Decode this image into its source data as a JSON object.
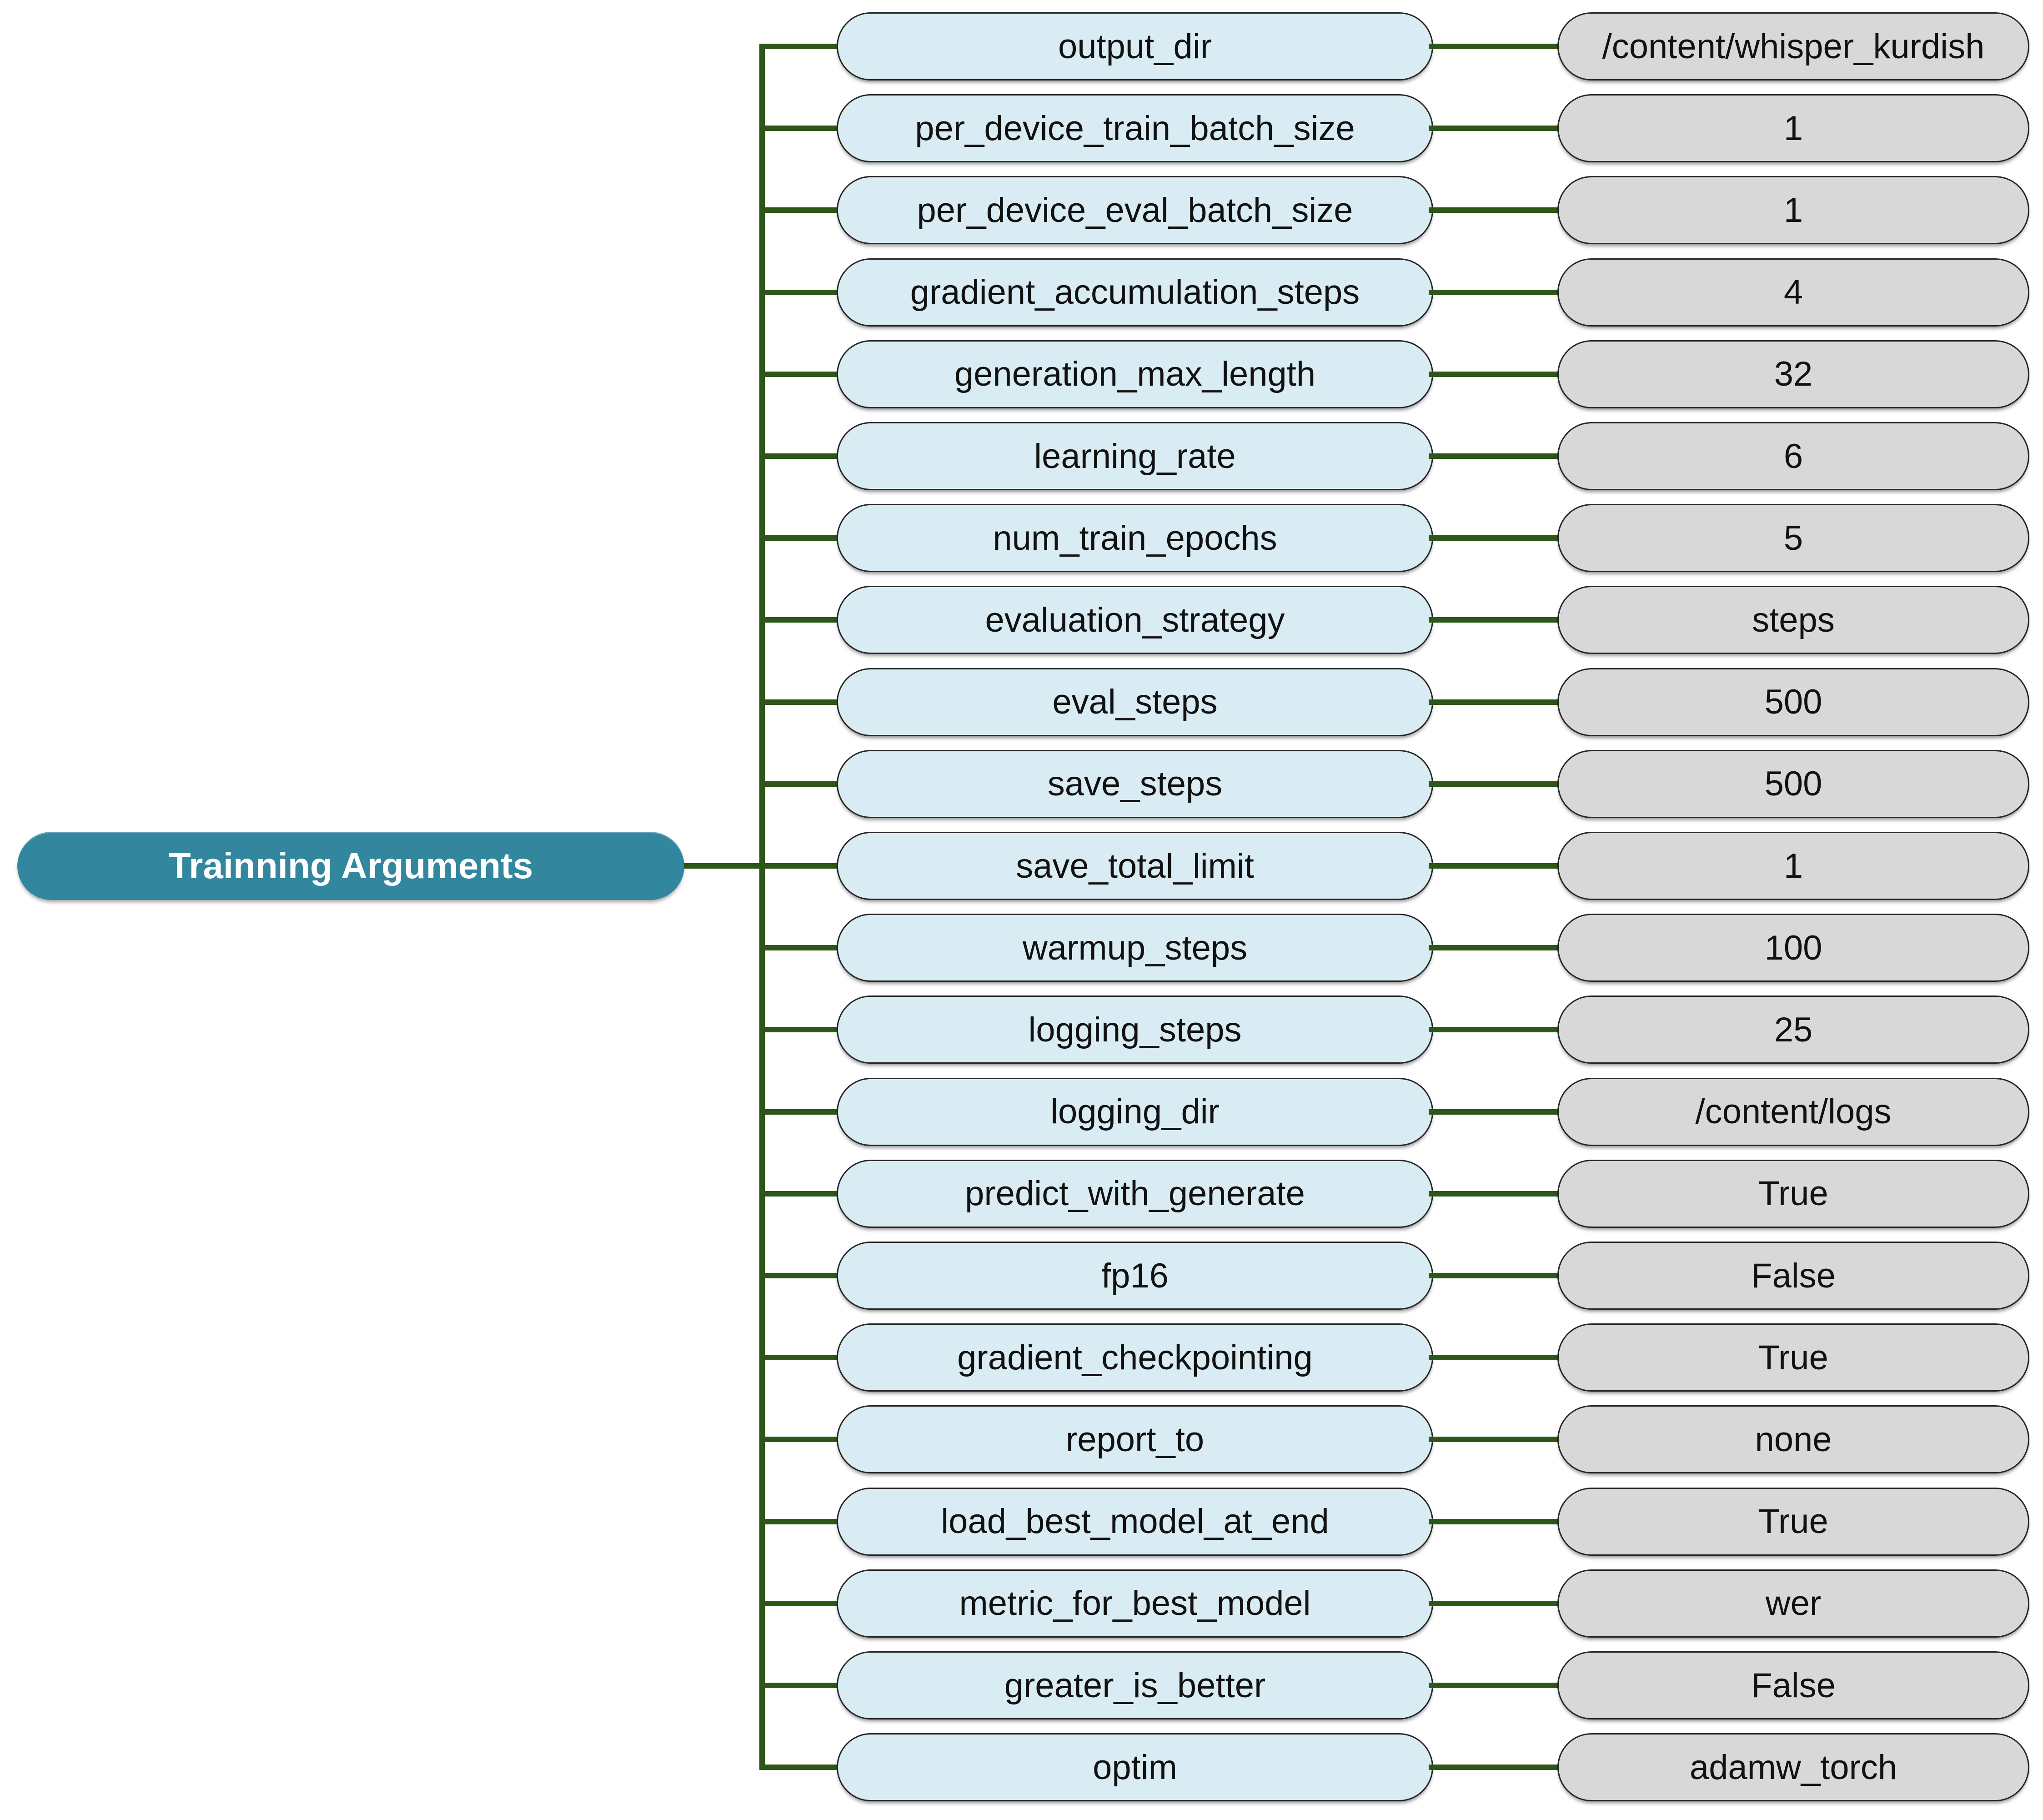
{
  "root": {
    "label": "Trainning Arguments"
  },
  "rows": [
    {
      "param": "output_dir",
      "value": "/content/whisper_kurdish"
    },
    {
      "param": "per_device_train_batch_size",
      "value": "1"
    },
    {
      "param": "per_device_eval_batch_size",
      "value": "1"
    },
    {
      "param": "gradient_accumulation_steps",
      "value": "4"
    },
    {
      "param": "generation_max_length",
      "value": "32"
    },
    {
      "param": "learning_rate",
      "value": "6"
    },
    {
      "param": "num_train_epochs",
      "value": "5"
    },
    {
      "param": "evaluation_strategy",
      "value": "steps"
    },
    {
      "param": "eval_steps",
      "value": "500"
    },
    {
      "param": "save_steps",
      "value": "500"
    },
    {
      "param": "save_total_limit",
      "value": "1"
    },
    {
      "param": "warmup_steps",
      "value": "100"
    },
    {
      "param": "logging_steps",
      "value": "25"
    },
    {
      "param": "logging_dir",
      "value": "/content/logs"
    },
    {
      "param": "predict_with_generate",
      "value": "True"
    },
    {
      "param": "fp16",
      "value": "False"
    },
    {
      "param": "gradient_checkpointing",
      "value": "True"
    },
    {
      "param": "report_to",
      "value": "none"
    },
    {
      "param": "load_best_model_at_end",
      "value": "True"
    },
    {
      "param": "metric_for_best_model",
      "value": "wer"
    },
    {
      "param": "greater_is_better",
      "value": "False"
    },
    {
      "param": "optim",
      "value": "adamw_torch"
    }
  ],
  "colors": {
    "root_fill": "#32869E",
    "root_text": "#FFFFFF",
    "param_fill": "#DAECF3",
    "value_fill": "#D8D8D8",
    "line": "#2D5619",
    "border": "#262626",
    "text": "#111111"
  }
}
